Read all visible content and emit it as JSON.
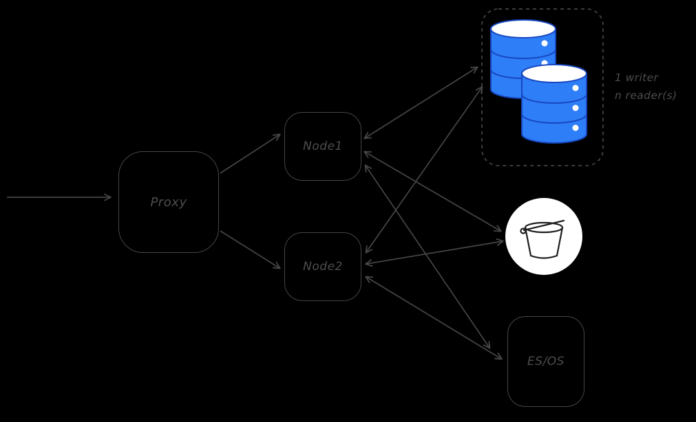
{
  "nodes": {
    "proxy": {
      "label": "Proxy"
    },
    "node1": {
      "label": "Node1"
    },
    "node2": {
      "label": "Node2"
    },
    "esos": {
      "label": "ES/OS"
    }
  },
  "annotation": {
    "line1": "1 writer",
    "line2": "n reader(s)"
  },
  "icons": {
    "database_cluster": "database-cluster-icon",
    "bucket": "bucket-icon"
  },
  "colors": {
    "background": "#000000",
    "stroke": "#464646",
    "text": "#4d4d4d",
    "db_fill": "#2e7ef7",
    "db_stroke": "#1747c0",
    "bucket_bg": "#ffffff",
    "bucket_stroke": "#1e1e1e"
  },
  "connections": [
    {
      "from": "input",
      "to": "proxy",
      "directed": "one-way"
    },
    {
      "from": "proxy",
      "to": "node1",
      "directed": "one-way"
    },
    {
      "from": "proxy",
      "to": "node2",
      "directed": "one-way"
    },
    {
      "from": "node1",
      "to": "database-cluster",
      "directed": "two-way"
    },
    {
      "from": "node1",
      "to": "bucket",
      "directed": "two-way"
    },
    {
      "from": "node1",
      "to": "es-os",
      "directed": "two-way"
    },
    {
      "from": "node2",
      "to": "database-cluster",
      "directed": "two-way"
    },
    {
      "from": "node2",
      "to": "bucket",
      "directed": "two-way"
    },
    {
      "from": "node2",
      "to": "es-os",
      "directed": "two-way"
    }
  ]
}
